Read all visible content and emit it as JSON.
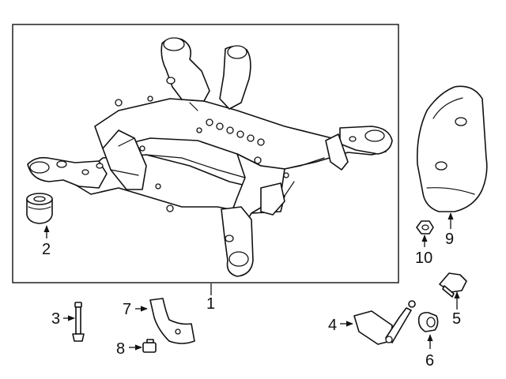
{
  "callouts": {
    "c1": "1",
    "c2": "2",
    "c3": "3",
    "c4": "4",
    "c5": "5",
    "c6": "6",
    "c7": "7",
    "c8": "8",
    "c9": "9",
    "c10": "10"
  },
  "colors": {
    "line": "#111111",
    "background": "#ffffff"
  },
  "parts": [
    "subframe",
    "bushing",
    "bolt",
    "height-sensor",
    "bolt-5",
    "nut-6",
    "bracket",
    "grommet",
    "heat-shield",
    "nut-10"
  ]
}
